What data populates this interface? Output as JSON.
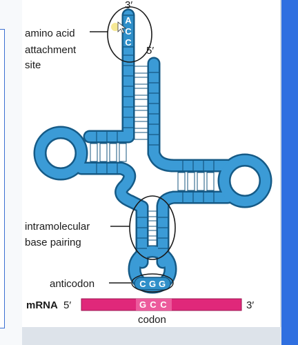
{
  "labels": {
    "three_prime_top": "3′",
    "five_prime_top": "5′",
    "amino_line1": "amino acid",
    "amino_line2": "attachment",
    "amino_line3": "site",
    "intra_line1": "intramolecular",
    "intra_line2": "base pairing",
    "anticodon": "anticodon",
    "mrna": "mRNA",
    "mrna_5": "5′",
    "mrna_3": "3′",
    "codon": "codon"
  },
  "acc": [
    "A",
    "C",
    "C"
  ],
  "anticodon_bases": [
    "C",
    "G",
    "G"
  ],
  "codon_bases": [
    "G",
    "C",
    "C"
  ],
  "colors": {
    "trna_fill": "#2f8fc9",
    "trna_dark": "#1a5f8c",
    "mrna_fill": "#e0287a",
    "background": "#ffffff",
    "accent_bar": "#2f6fe0"
  }
}
